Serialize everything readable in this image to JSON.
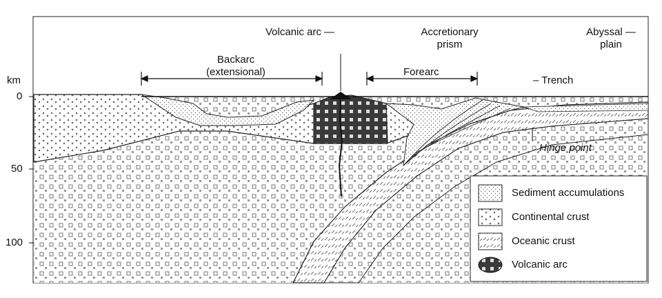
{
  "axis": {
    "unit": "km",
    "ticks": [
      "0",
      "50",
      "100"
    ]
  },
  "labels": {
    "volcanic_arc": "Volcanic arc —",
    "accretionary_prism_line1": "Accretionary",
    "accretionary_prism_line2": "prism",
    "abyssal_plain_line1": "Abyssal —",
    "abyssal_plain_line2": "plain",
    "backarc_line1": "Backarc",
    "backarc_line2": "(extensional)",
    "forearc": "Forearc",
    "trench": "– Trench",
    "hinge_point": "Hinge point"
  },
  "legend": {
    "items": [
      {
        "label": "Sediment accumulations",
        "pattern": "dots"
      },
      {
        "label": "Continental crust",
        "pattern": "crosses"
      },
      {
        "label": "Oceanic crust",
        "pattern": "dashes"
      },
      {
        "label": "Volcanic arc",
        "pattern": "solid-dark"
      }
    ]
  }
}
